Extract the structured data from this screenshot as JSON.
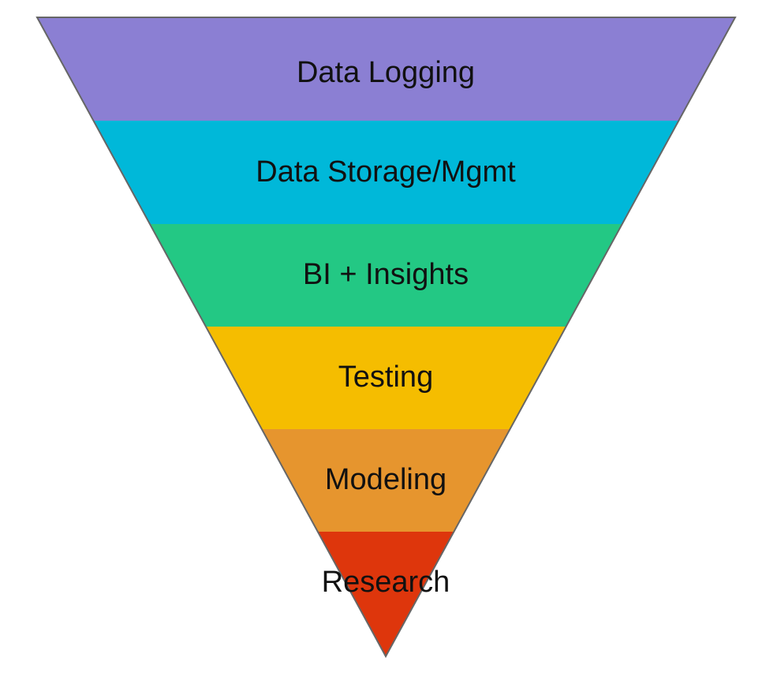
{
  "diagram": {
    "type": "inverted-funnel",
    "layers": [
      {
        "label": "Data Logging",
        "color": "#8b7fd3"
      },
      {
        "label": "Data Storage/Mgmt",
        "color": "#00b8d9"
      },
      {
        "label": "BI + Insights",
        "color": "#23c884"
      },
      {
        "label": "Testing",
        "color": "#f5bd00"
      },
      {
        "label": "Modeling",
        "color": "#e6952e"
      },
      {
        "label": "Research",
        "color": "#de360c"
      }
    ],
    "outline_color": "#666666"
  }
}
